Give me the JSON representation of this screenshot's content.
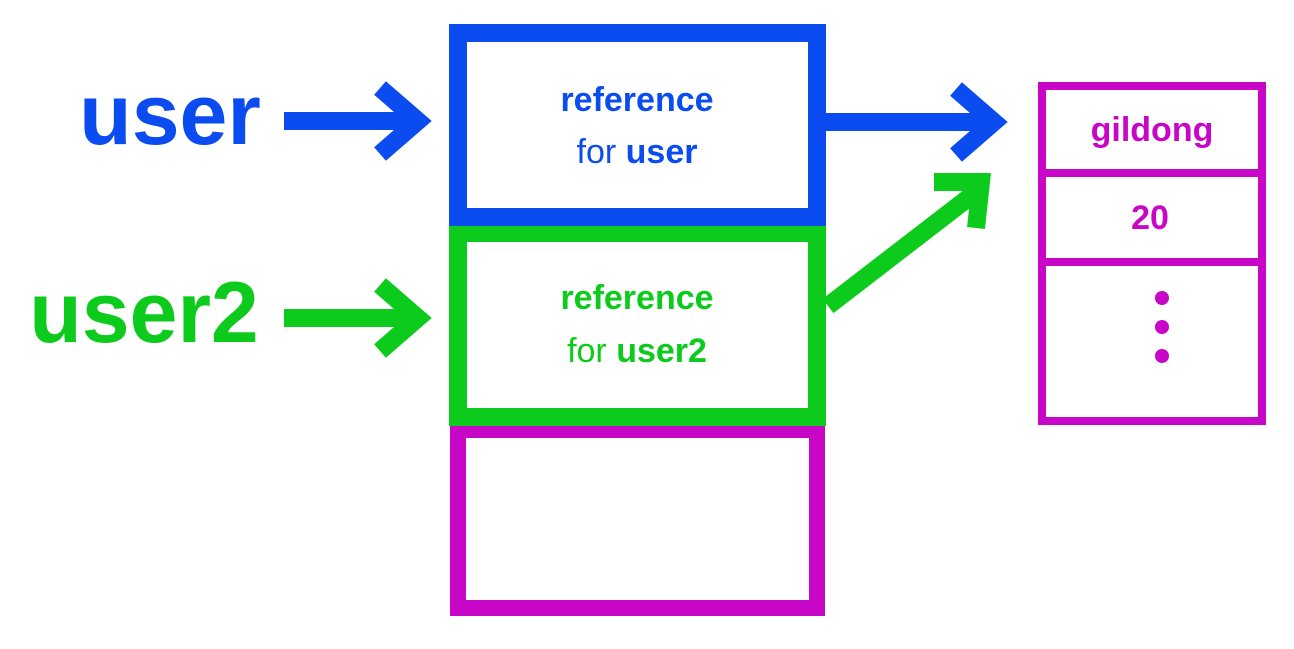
{
  "colors": {
    "user": "#0a4cf0",
    "user2": "#0ccb1c",
    "object": "#c806c8",
    "background": "#ffffff"
  },
  "variables": {
    "user": {
      "name": "user",
      "ref_line1": "reference",
      "ref_prefix": "for ",
      "ref_name": "user"
    },
    "user2": {
      "name": "user2",
      "ref_line1": "reference",
      "ref_prefix": "for ",
      "ref_name": "user2"
    }
  },
  "object": {
    "fields": [
      "gildong",
      "20"
    ],
    "ellipsis": "⋮"
  }
}
